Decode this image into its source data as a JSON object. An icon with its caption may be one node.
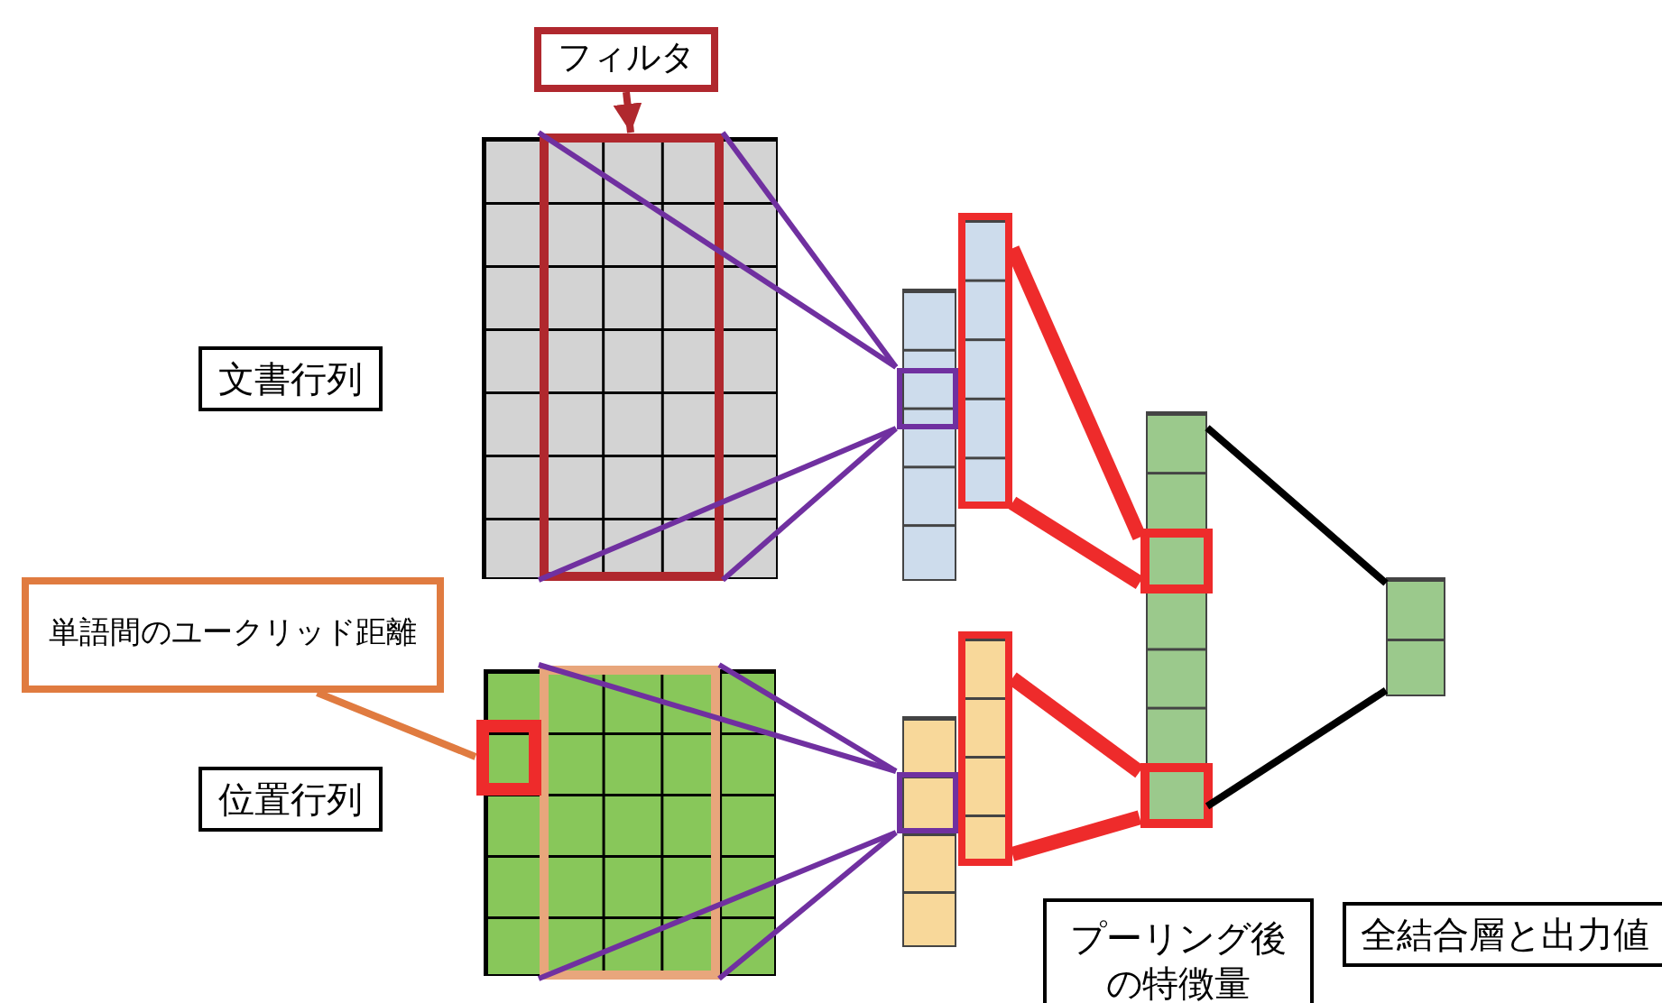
{
  "diagram": {
    "nodes": [
      {
        "text": [
          "フィルタ"
        ]
      },
      {
        "text": [
          "文書行列"
        ]
      },
      {
        "text": [],
        "shape": "grid"
      },
      {
        "text": [],
        "shape": "box",
        "in": 2
      },
      {
        "text": [],
        "shape": "bar"
      },
      {
        "text": [],
        "shape": "box",
        "in": 4
      },
      {
        "text": [],
        "shape": "bar"
      },
      {
        "text": [
          "単語間のユークリッド距離"
        ]
      },
      {
        "text": [
          "位置行列"
        ]
      },
      {
        "text": [],
        "shape": "grid"
      },
      {
        "text": [],
        "shape": "box",
        "in": 9
      },
      {
        "text": [],
        "shape": "box",
        "in": 9
      },
      {
        "text": [],
        "shape": "bar"
      },
      {
        "text": [],
        "shape": "box",
        "in": 12
      },
      {
        "text": [],
        "shape": "bar"
      },
      {
        "text": [],
        "shape": "bar"
      },
      {
        "text": [],
        "shape": "box",
        "in": 15
      },
      {
        "text": [],
        "shape": "box",
        "in": 15
      },
      {
        "text": [],
        "shape": "bar"
      },
      {
        "text": [
          "プーリング後の特徴量"
        ]
      },
      {
        "text": [
          "全結合層と出力値"
        ]
      }
    ],
    "edges": [
      {
        "from": 0,
        "to": 3,
        "arrow": "to",
        "color": "#b0282e"
      },
      {
        "from": 3,
        "to": 5,
        "arrow": "none"
      },
      {
        "from": 3,
        "to": 5,
        "arrow": "none"
      },
      {
        "from": 3,
        "to": 5,
        "arrow": "none"
      },
      {
        "from": 3,
        "to": 5,
        "arrow": "none"
      },
      {
        "from": 6,
        "to": 16,
        "arrow": "none",
        "style": "thick",
        "color": "#ee2b2b"
      },
      {
        "from": 6,
        "to": 16,
        "arrow": "none",
        "style": "thick",
        "color": "#ee2b2b"
      },
      {
        "from": 7,
        "to": 11,
        "arrow": "none",
        "color": "#e07b40"
      },
      {
        "from": 10,
        "to": 13,
        "arrow": "none"
      },
      {
        "from": 10,
        "to": 13,
        "arrow": "none"
      },
      {
        "from": 10,
        "to": 13,
        "arrow": "none"
      },
      {
        "from": 10,
        "to": 13,
        "arrow": "none"
      },
      {
        "from": 14,
        "to": 17,
        "arrow": "none",
        "style": "thick",
        "color": "#ee2b2b"
      },
      {
        "from": 14,
        "to": 17,
        "arrow": "none",
        "style": "thick",
        "color": "#ee2b2b"
      },
      {
        "from": 15,
        "to": 18,
        "arrow": "none",
        "color": "#000000"
      },
      {
        "from": 15,
        "to": 18,
        "arrow": "none",
        "color": "#000000"
      }
    ]
  }
}
